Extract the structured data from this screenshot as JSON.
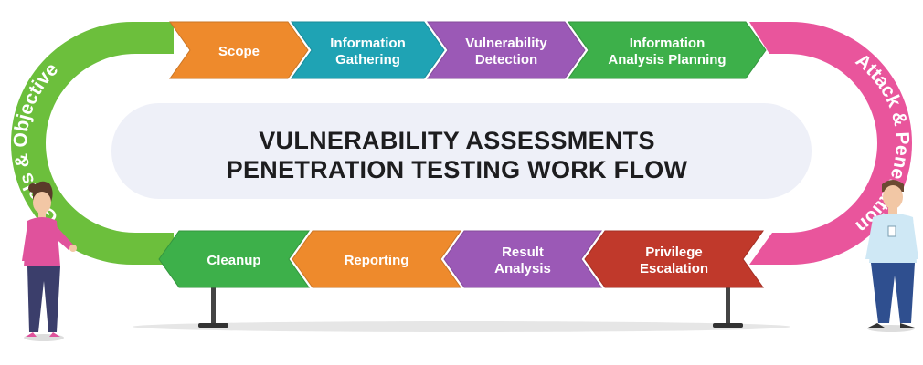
{
  "title": {
    "line1": "VULNERABILITY ASSESSMENTS",
    "line2": "PENETRATION TESTING WORK FLOW"
  },
  "left_arc": {
    "label": "Goals & Objective",
    "color": "#6cbf3c"
  },
  "right_arc": {
    "label": "Attack & Penetration",
    "color": "#e9559c"
  },
  "top_steps": [
    {
      "label": [
        "Scope"
      ],
      "color": "#ee8a2c"
    },
    {
      "label": [
        "Information",
        "Gathering"
      ],
      "color": "#1fa3b4"
    },
    {
      "label": [
        "Vulnerability",
        "Detection"
      ],
      "color": "#9b59b6"
    },
    {
      "label": [
        "Information",
        "Analysis Planning"
      ],
      "color": "#3db04a"
    }
  ],
  "bottom_steps": [
    {
      "label": [
        "Privilege",
        "Escalation"
      ],
      "color": "#c0392b"
    },
    {
      "label": [
        "Result",
        "Analysis"
      ],
      "color": "#9b59b6"
    },
    {
      "label": [
        "Reporting"
      ],
      "color": "#ee8a2c"
    },
    {
      "label": [
        "Cleanup"
      ],
      "color": "#3db04a"
    }
  ],
  "center_color": "#eef0f8"
}
